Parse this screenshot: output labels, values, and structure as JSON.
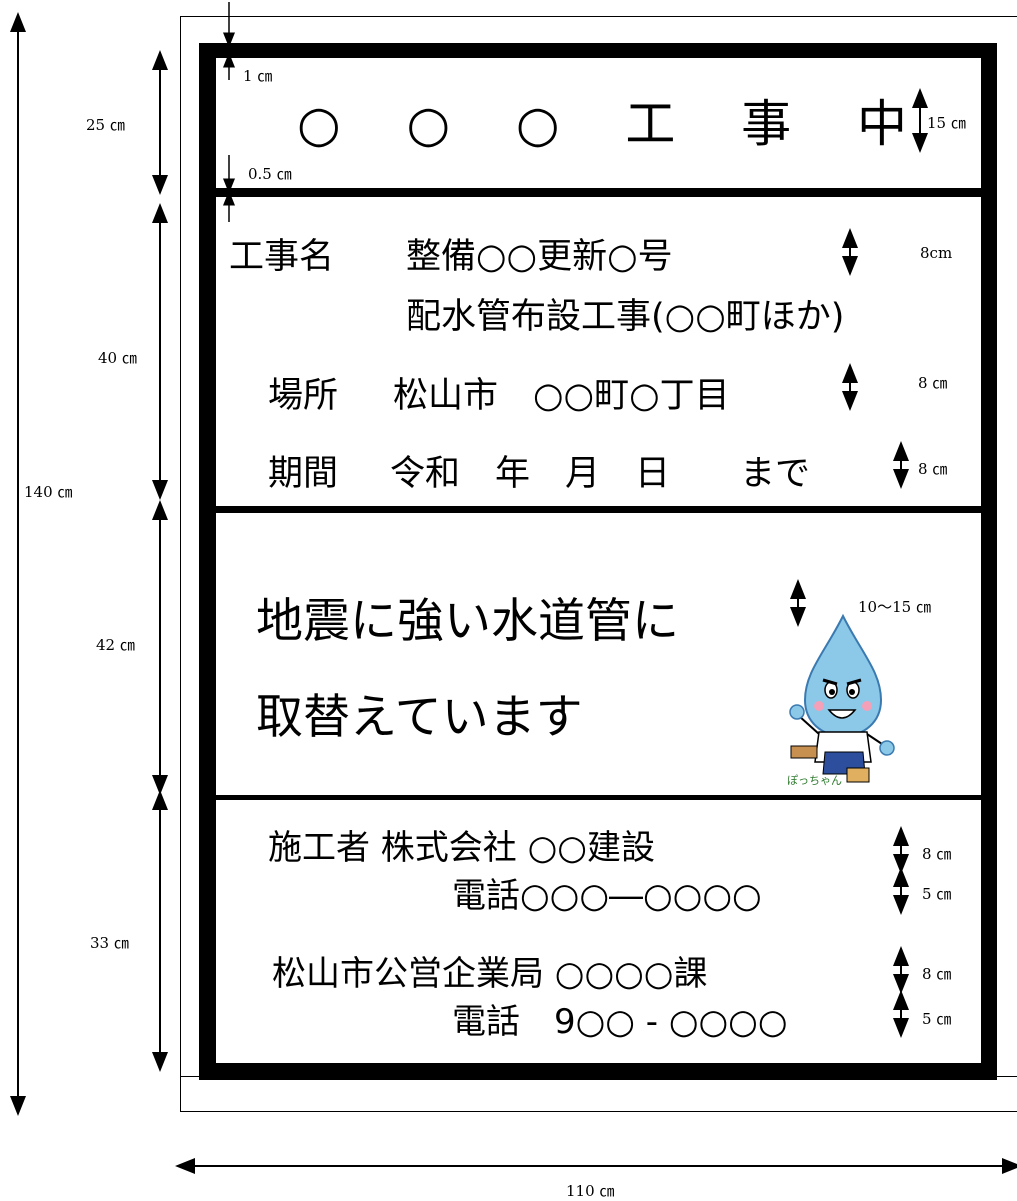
{
  "header": {
    "chars": [
      "○",
      "○",
      "○",
      "工",
      "事",
      "中"
    ],
    "note_top": "1 ㎝",
    "note_bottom": "0.5 ㎝",
    "note_height": "15 ㎝"
  },
  "info": {
    "name_label": "工事名",
    "name_line1": "整備○○更新○号",
    "name_line2": "配水管布設工事(○○町ほか)",
    "name_size": "8cm",
    "place_label": "場所",
    "place_value": "松山市　○○町○丁目",
    "place_size": "8 ㎝",
    "period_label": "期間",
    "period_value": "令和　年　月　日　　まで",
    "period_size": "8 ㎝"
  },
  "message": {
    "line1": "地震に強い水道管に",
    "line2": "取替えています",
    "size": "10～15 ㎝",
    "mascot_label": "ぽっちゃん"
  },
  "contractor": {
    "line1": "施工者 株式会社 ○○建設",
    "line1_size": "8 ㎝",
    "line2": "電話○○○―○○○○",
    "line2_size": "5 ㎝",
    "line3": "松山市公営企業局 ○○○○課",
    "line3_size": "8 ㎝",
    "line4": "電話　9○○ - ○○○○",
    "line4_size": "5 ㎝"
  },
  "dimensions": {
    "total_height": "140 ㎝",
    "section1": "25 ㎝",
    "section2": "40 ㎝",
    "section3": "42 ㎝",
    "section4": "33 ㎝",
    "width": "110 ㎝"
  }
}
